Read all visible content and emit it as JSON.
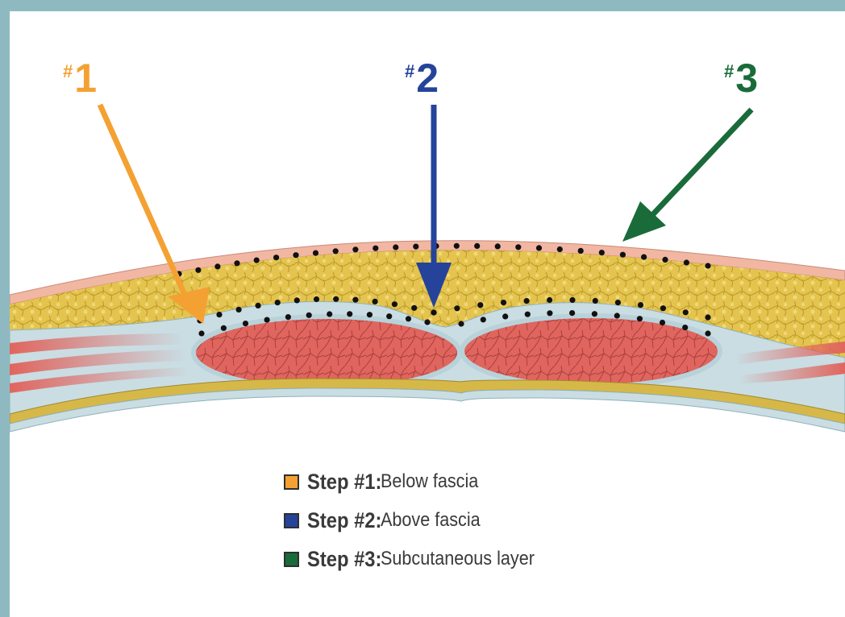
{
  "colors": {
    "background_border": "#8fb9c0",
    "step1": "#f4a133",
    "step2": "#25439a",
    "step3": "#1a6b3a",
    "fat": "#e4c44e",
    "muscle": "#e0655e",
    "fascia": "#c9dde3",
    "skin": "#f1b7a3"
  },
  "labels": [
    {
      "hash": "#",
      "number": "1",
      "color_key": "step1"
    },
    {
      "hash": "#",
      "number": "2",
      "color_key": "step2"
    },
    {
      "hash": "#",
      "number": "3",
      "color_key": "step3"
    }
  ],
  "legend": [
    {
      "step": "Step #1:",
      "description": "Below fascia",
      "color": "#f4a133"
    },
    {
      "step": "Step #2:",
      "description": "Above fascia",
      "color": "#25439a"
    },
    {
      "step": "Step #3:",
      "description": "Subcutaneous layer",
      "color": "#1a6b3a"
    }
  ]
}
